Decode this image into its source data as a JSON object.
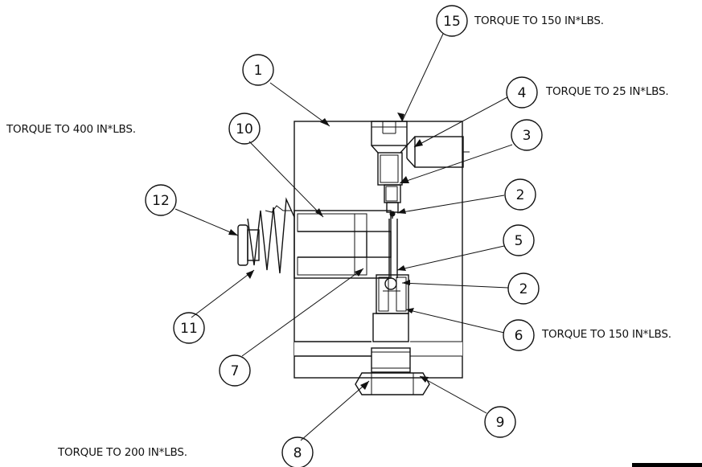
{
  "notes": {
    "item15": "TORQUE TO 150 IN*LBS.",
    "item4": "TORQUE TO 25 IN*LBS.",
    "item10": "TORQUE TO 400 IN*LBS.",
    "item6": "TORQUE TO 150 IN*LBS.",
    "item8": "TORQUE TO 200 IN*LBS."
  },
  "balloons": {
    "b1": "1",
    "b2a": "2",
    "b2b": "2",
    "b3": "3",
    "b4": "4",
    "b5": "5",
    "b6": "6",
    "b7": "7",
    "b8": "8",
    "b9": "9",
    "b10": "10",
    "b11": "11",
    "b12": "12",
    "b15": "15"
  }
}
